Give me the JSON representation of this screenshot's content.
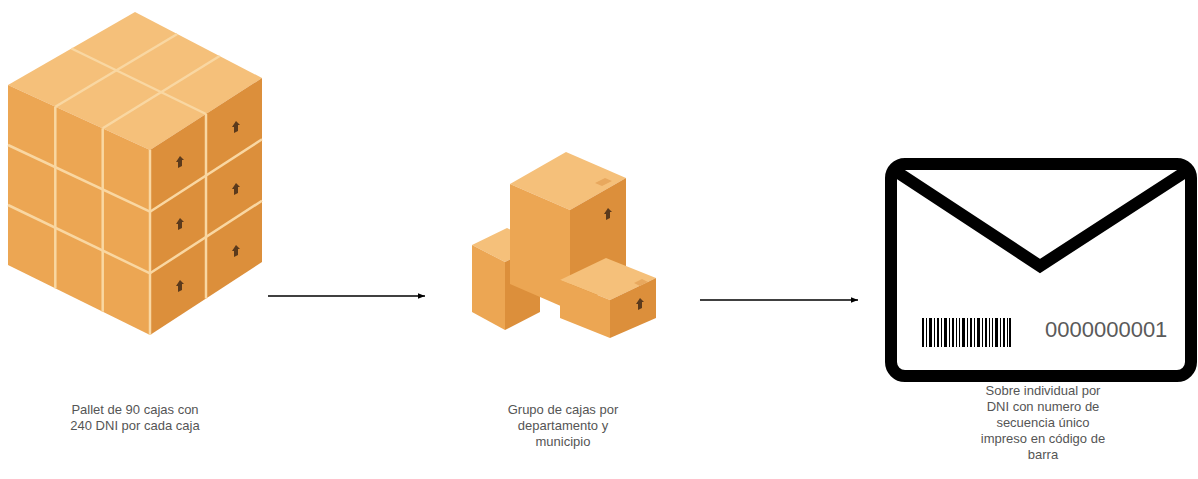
{
  "diagram": {
    "nodes": [
      {
        "text": [
          "Pallet de 90 cajas con 240 DNI por cada caja"
        ]
      },
      {
        "text": [
          "Grupo de cajas por departamento y municipio"
        ]
      },
      {
        "text": [
          "0000000001",
          "Sobre individual por DNI con numero de secuencia único impreso en código de barra"
        ]
      }
    ],
    "edges": [
      {
        "from": 0,
        "to": 1,
        "arrow": "to"
      },
      {
        "from": 1,
        "to": 2,
        "arrow": "to"
      }
    ]
  }
}
